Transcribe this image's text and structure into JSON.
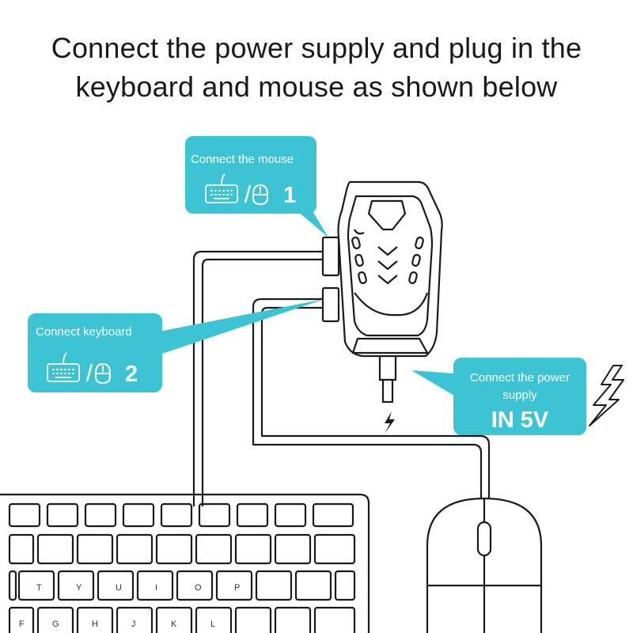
{
  "heading": {
    "line1": "Connect the power supply and plug in the",
    "line2": "keyboard and mouse as shown below"
  },
  "callouts": {
    "mouse": {
      "label": "Connect the mouse",
      "number": "1"
    },
    "keyboard": {
      "label": "Connect  keyboard",
      "number": "2"
    },
    "power": {
      "label_line1": "Connect the power",
      "label_line2": "supply",
      "voltage": "IN 5V"
    }
  },
  "keyboard_keys": {
    "row_letters_1": [
      "T",
      "Y",
      "U",
      "I",
      "O",
      "P"
    ],
    "row_letters_2": [
      "F",
      "G",
      "H",
      "J",
      "K",
      "L"
    ]
  },
  "colors": {
    "accent": "#3cc4d4",
    "line": "#1a1a1a",
    "text": "#1a1a1a"
  },
  "icons": [
    "keyboard-icon",
    "mouse-icon",
    "lightning-icon"
  ]
}
